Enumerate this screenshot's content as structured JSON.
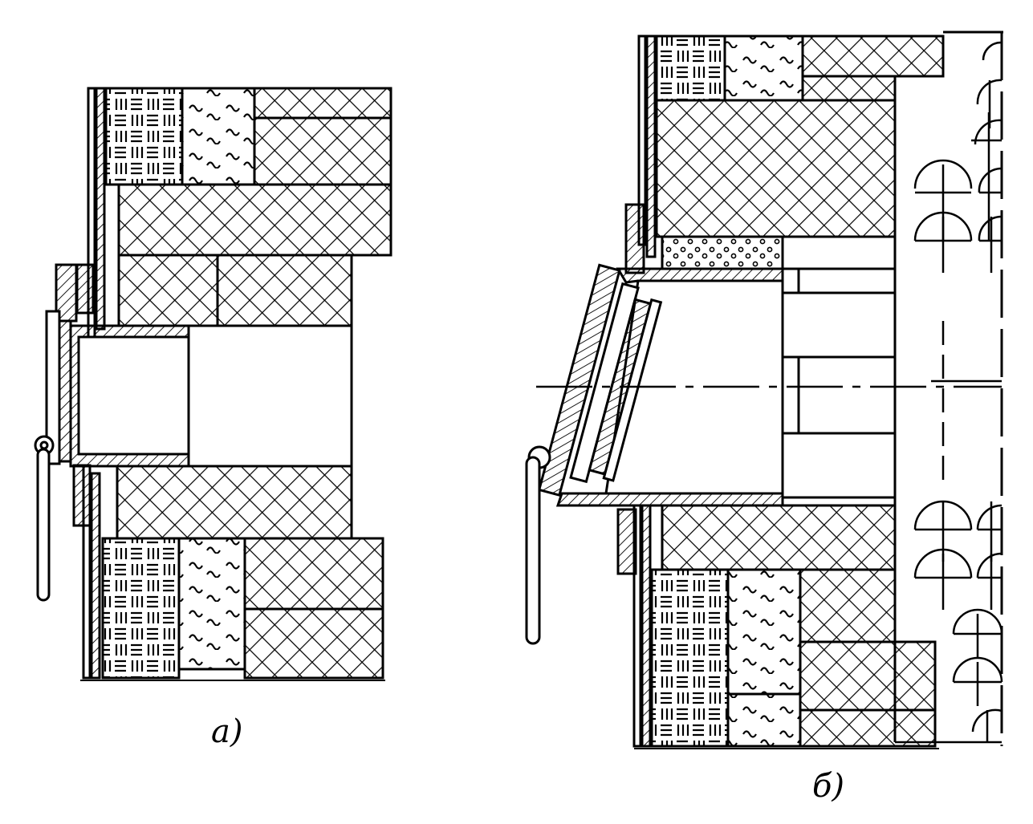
{
  "figure": {
    "stroke_color": "#000000",
    "background_color": "#ffffff",
    "panels": [
      {
        "id": "a",
        "caption": "а)"
      },
      {
        "id": "b",
        "caption": "б)"
      }
    ],
    "hatch_types": [
      "brick-cross-hatch",
      "basket-weave-lines",
      "wavy-insulation",
      "diagonal-metal",
      "dotted-infill"
    ]
  }
}
